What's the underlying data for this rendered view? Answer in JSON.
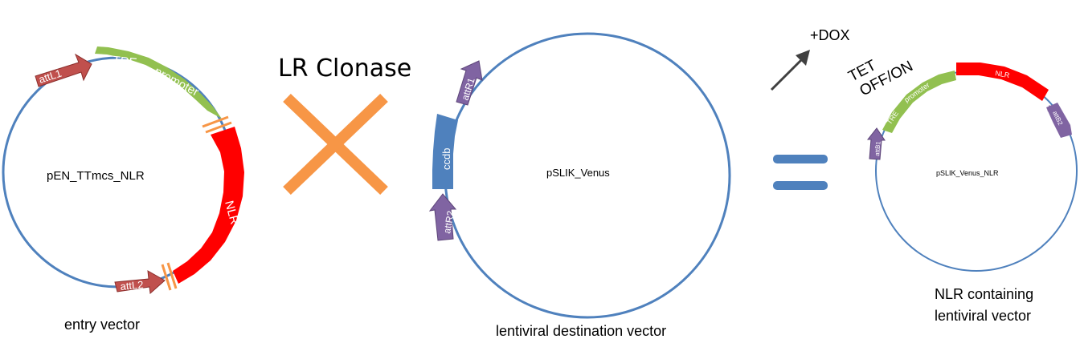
{
  "entry_vector": {
    "plasmid_name": "pEN_TTmcs_NLR",
    "caption": "entry vector",
    "features": {
      "tre": "TRE",
      "promoter": "promoter",
      "nlr": "NLR",
      "att_l1": "attL1",
      "att_l2": "attL2"
    }
  },
  "reaction": {
    "enzyme_label": "LR Clonase",
    "combine_symbol": "cross"
  },
  "destination_vector": {
    "plasmid_name": "pSLIK_Venus",
    "caption": "lentiviral destination vector",
    "features": {
      "att_r1": "attR1",
      "ccdb": "ccdb",
      "att_r2": "attR2"
    }
  },
  "equals_symbol": "equals",
  "result_vector": {
    "plasmid_name": "pSLIK_Venus_NLR",
    "caption_line1": "NLR containing",
    "caption_line2": "lentiviral vector",
    "induction_label": "+DOX",
    "tet_line1": "TET",
    "tet_line2": "OFF/ON",
    "features": {
      "tre": "TRE",
      "promoter": "promoter",
      "nlr": "NLR",
      "att_b1": "attB1",
      "att_b2": "attB2"
    }
  },
  "colors": {
    "backbone": "#4f81bd",
    "tre_promoter": "#92c050",
    "nlr": "#ff0000",
    "att_l": "#c0504d",
    "att_r": "#8064a2",
    "ccdb": "#4f81bd",
    "cross": "#f79646",
    "equals": "#4f81bd",
    "arrow": "#404040",
    "text": "#000000"
  }
}
